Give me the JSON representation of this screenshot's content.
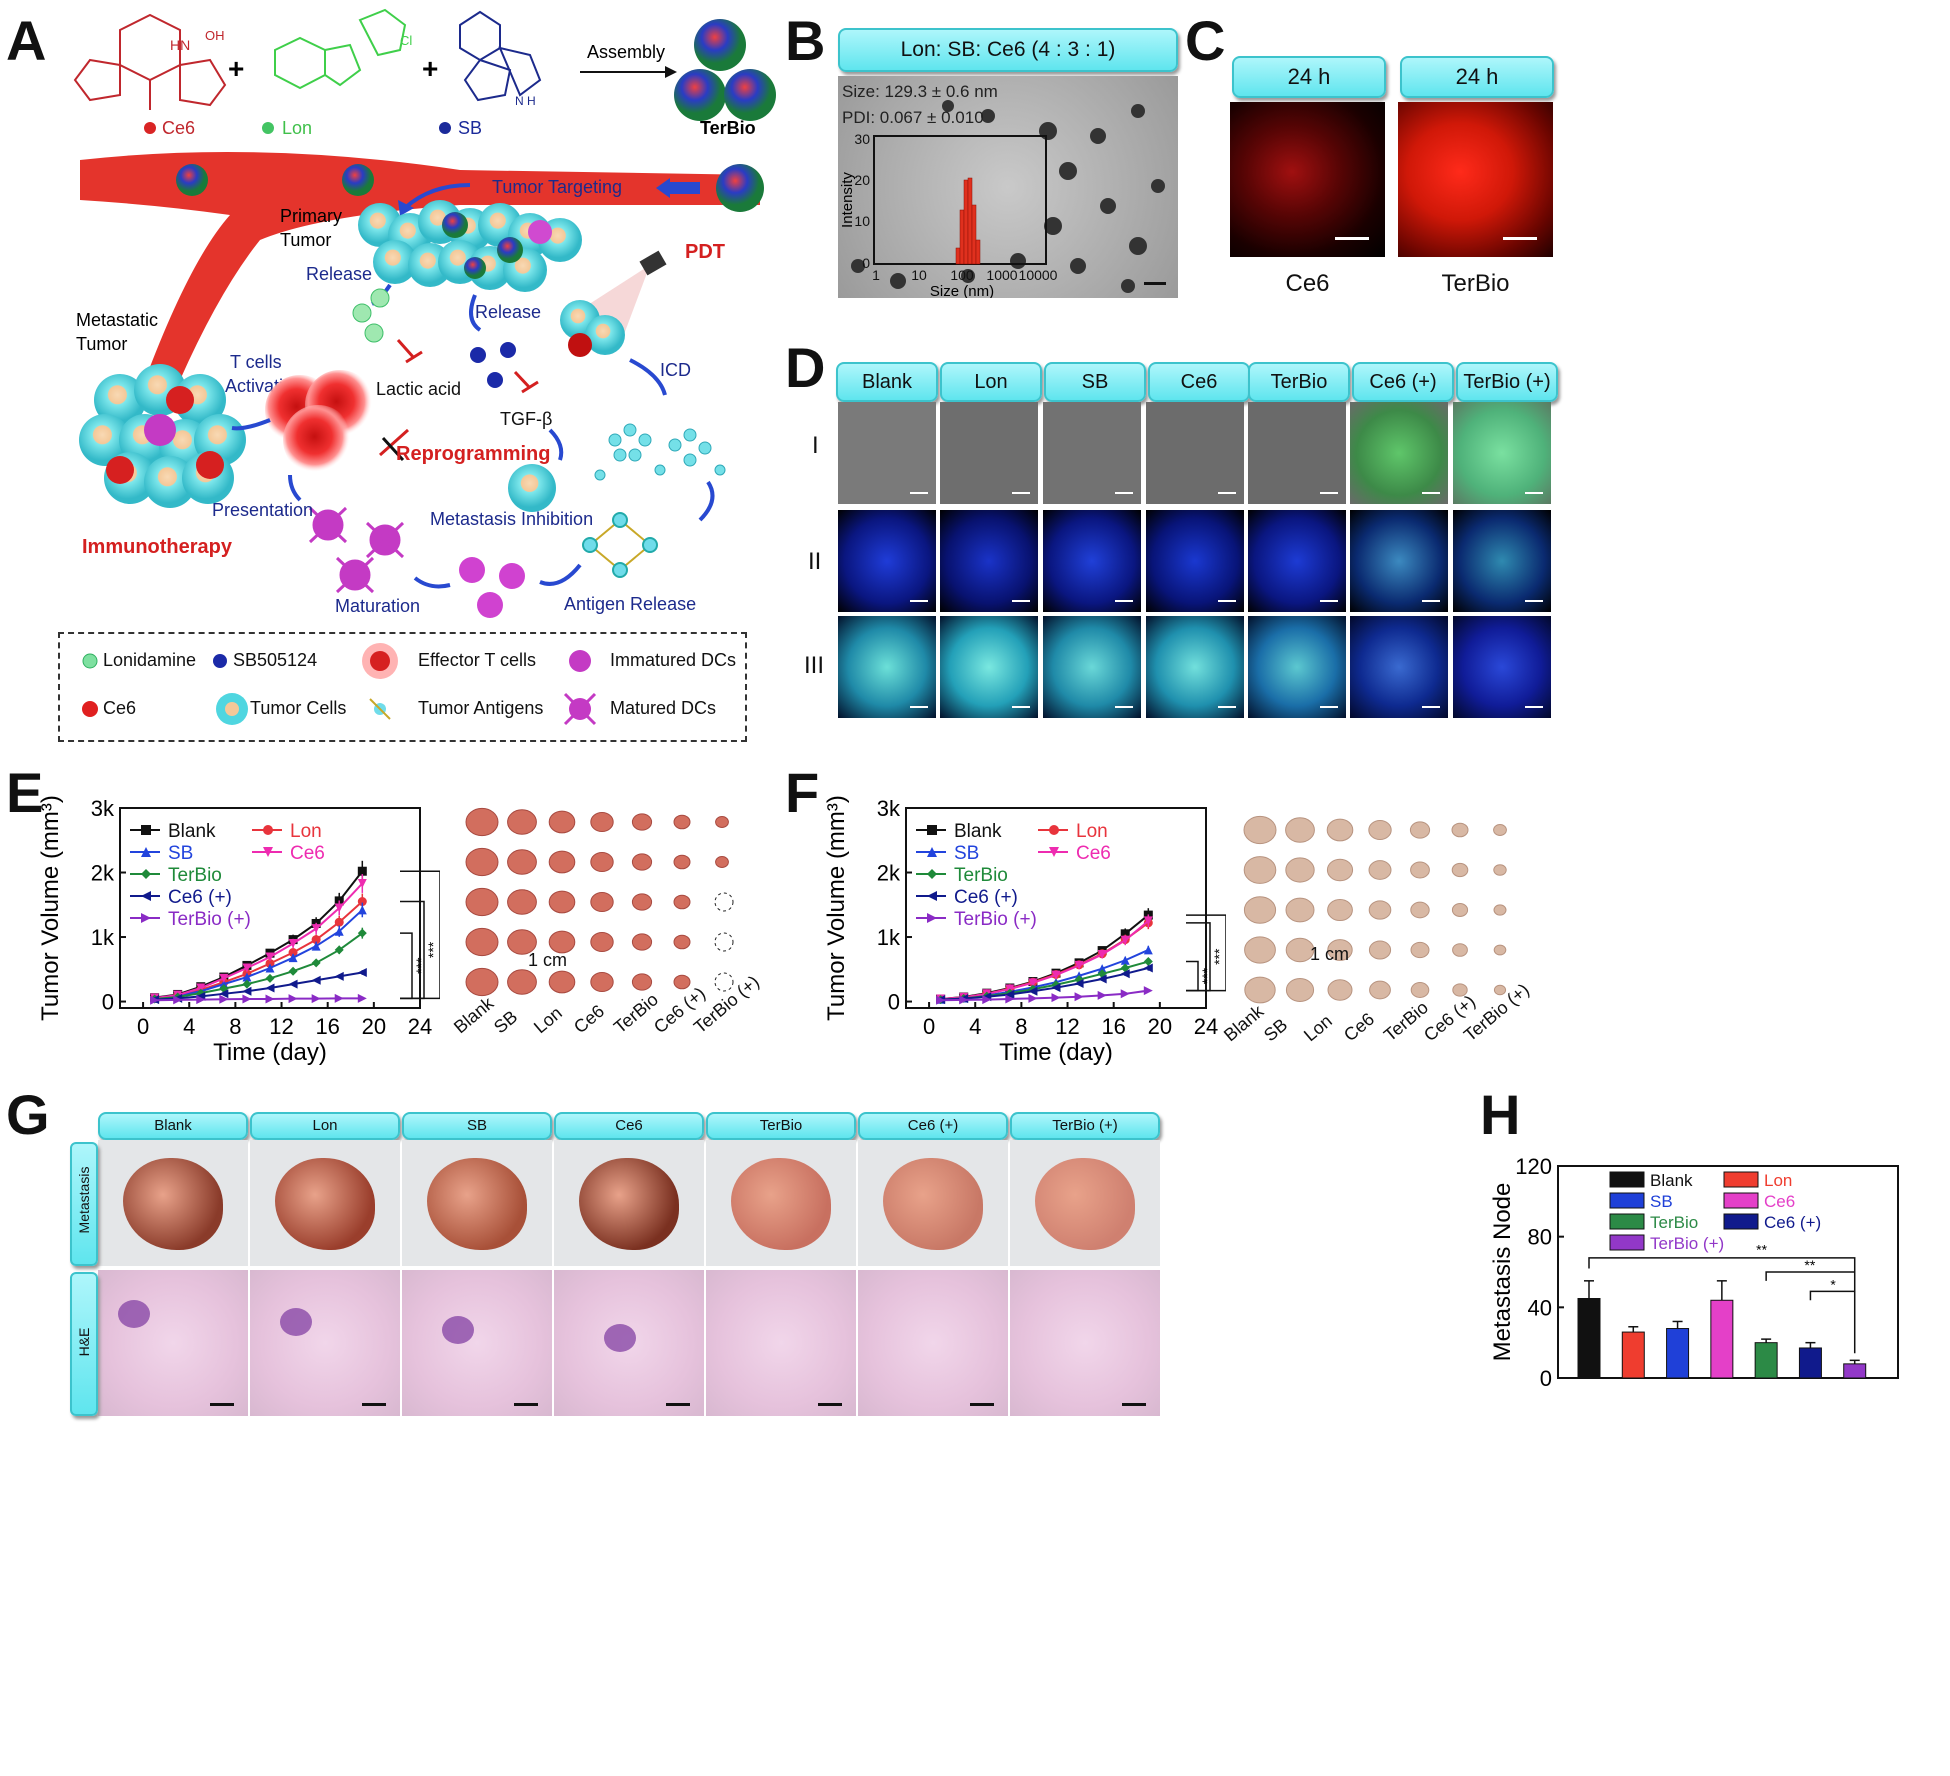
{
  "panel_letters": [
    "A",
    "B",
    "C",
    "D",
    "E",
    "F",
    "G",
    "H"
  ],
  "panelA": {
    "molecules": [
      "Ce6",
      "Lon",
      "SB",
      "TerBio"
    ],
    "assembly_label": "Assembly",
    "labels": {
      "tumor_targeting": "Tumor Targeting",
      "primary_tumor_1": "Primary",
      "primary_tumor_2": "Tumor",
      "release_left": "Release",
      "release_mid": "Release",
      "pdt": "PDT",
      "metastatic_1": "Metastatic",
      "metastatic_2": "Tumor",
      "tcells_1": "T cells",
      "tcells_2": "Activation",
      "lactic": "Lactic acid",
      "tgf": "TGF-β",
      "icd": "ICD",
      "reprogramming": "Reprogramming",
      "presentation": "Presentation",
      "immunotherapy": "Immunotherapy",
      "metastasis_inhibition": "Metastasis Inhibition",
      "antigen_release": "Antigen Release",
      "maturation": "Maturation"
    },
    "legend": [
      "Lonidamine",
      "SB505124",
      "Effector T cells",
      "Immatured DCs",
      "Ce6",
      "Tumor Cells",
      "Tumor Antigens",
      "Matured DCs"
    ]
  },
  "panelB": {
    "tag": "Lon: SB: Ce6  (4 : 3 : 1)",
    "size_text": "Size: 129.3 ± 0.6 nm",
    "pdi_text": "PDI: 0.067 ± 0.010",
    "inset_xlabel": "Size (nm)",
    "inset_ylabel": "Intensity",
    "inset_yticks": [
      "0",
      "10",
      "20",
      "30"
    ],
    "inset_xticks": [
      "1",
      "10",
      "100",
      "1000",
      "10000"
    ]
  },
  "panelC": {
    "tags": [
      "24 h",
      "24 h"
    ],
    "labels": [
      "Ce6",
      "TerBio"
    ]
  },
  "panelD": {
    "columns": [
      "Blank",
      "Lon",
      "SB",
      "Ce6",
      "TerBio",
      "Ce6 (+)",
      "TerBio (+)"
    ],
    "rows": [
      "I",
      "II",
      "III"
    ]
  },
  "panelE": {
    "ylabel": "Tumor Volume (mm³)",
    "xlabel": "Time (day)",
    "scale_label": "1 cm",
    "photo_labels": [
      "Blank",
      "SB",
      "Lon",
      "Ce6",
      "TerBio",
      "Ce6 (+)",
      "TerBio (+)"
    ]
  },
  "panelF": {
    "ylabel": "Tumor Volume (mm³)",
    "xlabel": "Time (day)",
    "scale_label": "1 cm",
    "photo_labels": [
      "Blank",
      "SB",
      "Lon",
      "Ce6",
      "TerBio",
      "Ce6 (+)",
      "TerBio (+)"
    ]
  },
  "panelG": {
    "columns": [
      "Blank",
      "Lon",
      "SB",
      "Ce6",
      "TerBio",
      "Ce6 (+)",
      "TerBio (+)"
    ],
    "rows": [
      "Metastasis",
      "H&E"
    ]
  },
  "panelH": {
    "ylabel": "Metastasis Node"
  },
  "chart_data": [
    {
      "id": "E",
      "type": "line",
      "xlabel": "Time (day)",
      "ylabel": "Tumor Volume (mm³)",
      "xlim": [
        -2,
        24
      ],
      "ylim": [
        -100,
        3000
      ],
      "xticks": [
        0,
        4,
        8,
        12,
        16,
        20,
        24
      ],
      "yticks": [
        0,
        1000,
        2000,
        3000
      ],
      "ytick_labels": [
        "0",
        "1k",
        "2k",
        "3k"
      ],
      "x": [
        1,
        3,
        5,
        7,
        9,
        11,
        13,
        15,
        17,
        19
      ],
      "series": [
        {
          "name": "Blank",
          "color": "#111111",
          "marker": "square",
          "values": [
            60,
            110,
            230,
            380,
            560,
            750,
            960,
            1210,
            1560,
            2020
          ]
        },
        {
          "name": "Lon",
          "color": "#e8343c",
          "marker": "circle",
          "values": [
            50,
            90,
            180,
            300,
            430,
            590,
            760,
            960,
            1230,
            1550
          ]
        },
        {
          "name": "SB",
          "color": "#2244dd",
          "marker": "triangle",
          "values": [
            50,
            85,
            160,
            270,
            380,
            520,
            680,
            860,
            1090,
            1420
          ]
        },
        {
          "name": "Ce6",
          "color": "#ee2bb0",
          "marker": "triangle-down",
          "values": [
            55,
            100,
            210,
            360,
            520,
            690,
            900,
            1130,
            1450,
            1830
          ]
        },
        {
          "name": "TerBio",
          "color": "#1f8a3a",
          "marker": "diamond",
          "values": [
            40,
            70,
            130,
            200,
            270,
            360,
            470,
            600,
            800,
            1060
          ]
        },
        {
          "name": "Ce6 (+)",
          "color": "#101a8c",
          "marker": "triangle-left",
          "values": [
            30,
            50,
            80,
            120,
            160,
            210,
            270,
            330,
            390,
            450
          ]
        },
        {
          "name": "TerBio (+)",
          "color": "#8a2bc5",
          "marker": "triangle-right",
          "values": [
            20,
            25,
            30,
            35,
            40,
            40,
            45,
            45,
            50,
            50
          ]
        }
      ],
      "significance": [
        "***",
        "***",
        "***"
      ]
    },
    {
      "id": "F",
      "type": "line",
      "xlabel": "Time (day)",
      "ylabel": "Tumor Volume (mm³)",
      "xlim": [
        -2,
        24
      ],
      "ylim": [
        -100,
        3000
      ],
      "xticks": [
        0,
        4,
        8,
        12,
        16,
        20,
        24
      ],
      "yticks": [
        0,
        1000,
        2000,
        3000
      ],
      "ytick_labels": [
        "0",
        "1k",
        "2k",
        "3k"
      ],
      "x": [
        1,
        3,
        5,
        7,
        9,
        11,
        13,
        15,
        17,
        19
      ],
      "series": [
        {
          "name": "Blank",
          "color": "#111111",
          "marker": "square",
          "values": [
            40,
            70,
            130,
            210,
            310,
            440,
            600,
            790,
            1050,
            1340
          ]
        },
        {
          "name": "Lon",
          "color": "#e8343c",
          "marker": "circle",
          "values": [
            40,
            65,
            120,
            200,
            300,
            420,
            570,
            740,
            960,
            1220
          ]
        },
        {
          "name": "SB",
          "color": "#2244dd",
          "marker": "triangle",
          "values": [
            35,
            55,
            95,
            150,
            220,
            300,
            400,
            510,
            640,
            800
          ]
        },
        {
          "name": "Ce6",
          "color": "#ee2bb0",
          "marker": "triangle-down",
          "values": [
            40,
            65,
            120,
            195,
            290,
            410,
            560,
            730,
            950,
            1250
          ]
        },
        {
          "name": "TerBio",
          "color": "#1f8a3a",
          "marker": "diamond",
          "values": [
            30,
            50,
            85,
            130,
            190,
            260,
            340,
            430,
            520,
            620
          ]
        },
        {
          "name": "Ce6 (+)",
          "color": "#101a8c",
          "marker": "triangle-left",
          "values": [
            30,
            45,
            75,
            110,
            160,
            215,
            280,
            350,
            430,
            520
          ]
        },
        {
          "name": "TerBio (+)",
          "color": "#8a2bc5",
          "marker": "triangle-right",
          "values": [
            20,
            25,
            30,
            40,
            50,
            60,
            75,
            95,
            120,
            170
          ]
        }
      ],
      "significance": [
        "***",
        "***",
        "***"
      ]
    },
    {
      "id": "H",
      "type": "bar",
      "ylabel": "Metastasis Node",
      "ylim": [
        0,
        120
      ],
      "yticks": [
        0,
        40,
        80,
        120
      ],
      "categories": [
        "Blank",
        "Lon",
        "SB",
        "Ce6",
        "TerBio",
        "Ce6 (+)",
        "TerBio (+)"
      ],
      "values": [
        45,
        26,
        28,
        44,
        20,
        17,
        8
      ],
      "errors": [
        10,
        3,
        4,
        11,
        2,
        3,
        2
      ],
      "colors": [
        "#111111",
        "#ef3d2f",
        "#1f40d8",
        "#e440c8",
        "#2c8a46",
        "#101a8c",
        "#9238c8"
      ],
      "significance": [
        "**",
        "**",
        "*"
      ]
    }
  ]
}
